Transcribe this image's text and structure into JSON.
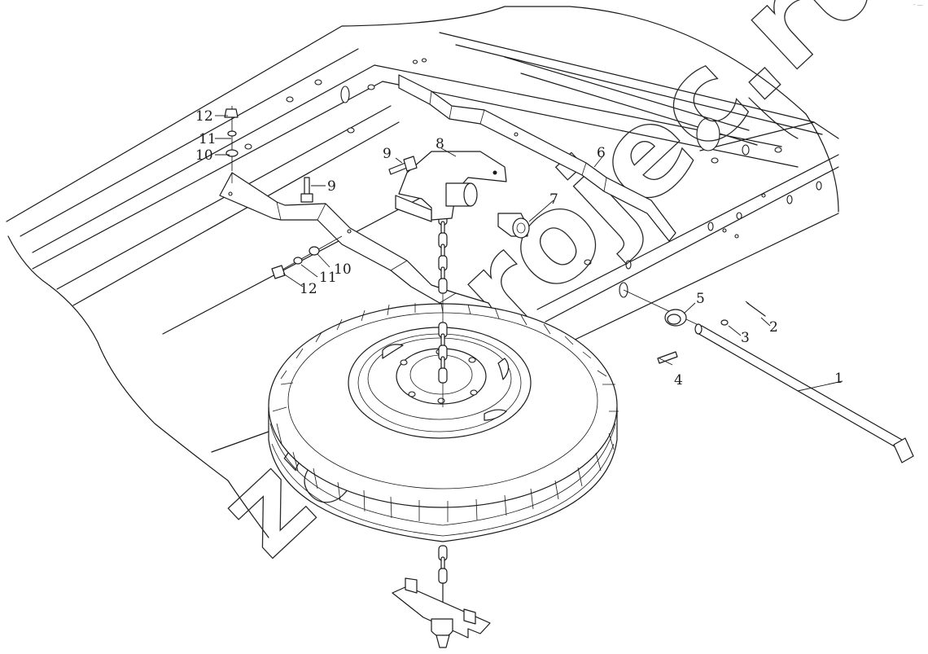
{
  "diagram": {
    "type": "exploded parts diagram",
    "callouts": [
      {
        "id": "1",
        "label": "1"
      },
      {
        "id": "2",
        "label": "2"
      },
      {
        "id": "3",
        "label": "3"
      },
      {
        "id": "4",
        "label": "4"
      },
      {
        "id": "5",
        "label": "5"
      },
      {
        "id": "6",
        "label": "6"
      },
      {
        "id": "7",
        "label": "7"
      },
      {
        "id": "8",
        "label": "8"
      },
      {
        "id": "9a",
        "label": "9"
      },
      {
        "id": "9b",
        "label": "9"
      },
      {
        "id": "10a",
        "label": "10"
      },
      {
        "id": "10b",
        "label": "10"
      },
      {
        "id": "11a",
        "label": "11"
      },
      {
        "id": "11b",
        "label": "11"
      },
      {
        "id": "12a",
        "label": "12"
      },
      {
        "id": "12b",
        "label": "12"
      }
    ]
  },
  "watermark": {
    "text": "zaporojec.ru"
  },
  "corner_mark": {
    "text": "- —"
  },
  "colors": {
    "line": "#1a1a1a",
    "background": "#ffffff"
  }
}
